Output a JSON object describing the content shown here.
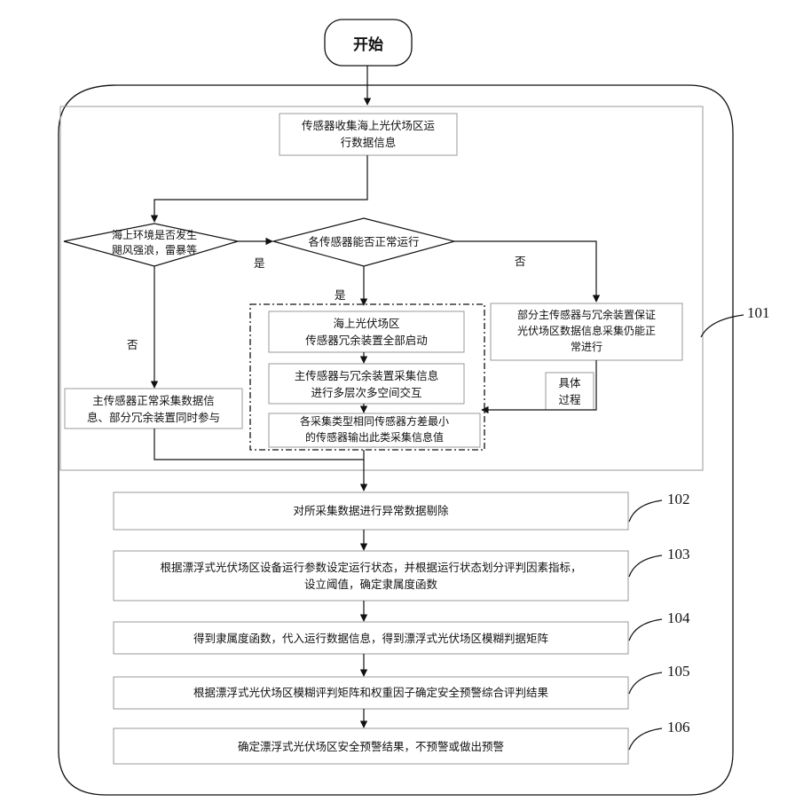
{
  "start": "开始",
  "nodes": {
    "collect": "传感器收集海上光伏场区运\n行数据信息",
    "env_check": "海上环境是否发生\n飓风强浪，雷暴等",
    "sensor_check": "各传感器能否正常运行",
    "all_start": "海上光伏场区\n传感器冗余装置全部启动",
    "multi_interact": "主传感器与冗余装置采集信息\n进行多层次多空间交互",
    "min_variance": "各采集类型相同传感器方差最小\n的传感器输出此类采集信息值",
    "partial_redundant": "部分主传感器与冗余装置保证\n光伏场区数据信息采集仍能正\n常进行",
    "main_normal": "主传感器正常采集数据信\n息、部分冗余装置同时参与",
    "process_label": "具体\n过程"
  },
  "edge_labels": {
    "yes_1": "是",
    "no_1": "否",
    "yes_2": "是",
    "no_2": "否"
  },
  "steps": [
    "对所采集数据进行异常数据剔除",
    "根据漂浮式光伏场区设备运行参数设定运行状态，并根据运行状态划分评判因素指标，\n设立阈值，确定隶属度函数",
    "得到隶属度函数，代入运行数据信息，得到漂浮式光伏场区模糊判据矩阵",
    "根据漂浮式光伏场区模糊评判矩阵和权重因子确定安全预警综合评判结果",
    "确定漂浮式光伏场区安全预警结果，不预警或做出预警"
  ],
  "refs": [
    "101",
    "102",
    "103",
    "104",
    "105",
    "106"
  ]
}
